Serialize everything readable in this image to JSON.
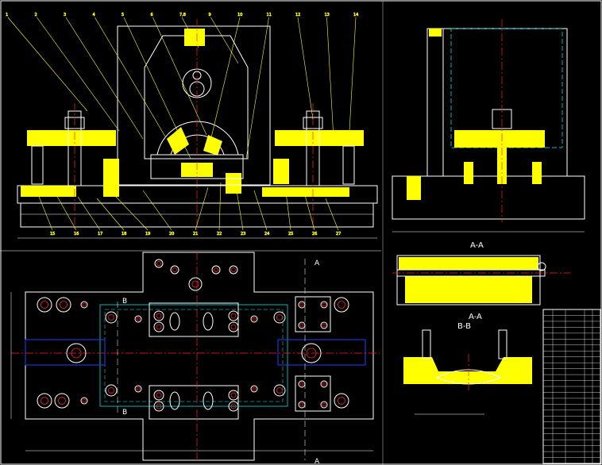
{
  "drawing": {
    "background": "#000000",
    "colors": {
      "outline": "#ffffff",
      "leader": "#ffff00",
      "hatch": "#ffff00",
      "center": "#ff2020",
      "hidden": "#00ffff",
      "section_blue": "#2040ff",
      "dim": "#ffffff"
    }
  },
  "views": {
    "front": {
      "label": ""
    },
    "side": {
      "label": "A-A"
    },
    "plan": {
      "label": ""
    },
    "section_aa": {
      "label": "A-A"
    },
    "section_bb": {
      "label": "B-B"
    }
  },
  "section_markers": {
    "a_top": "A",
    "a_bottom": "A",
    "b_top": "B",
    "b_bottom": "B"
  },
  "balloons": {
    "top": [
      "1",
      "2",
      "3",
      "4",
      "5",
      "6",
      "7,8",
      "9",
      "10",
      "11",
      "12",
      "13",
      "14"
    ],
    "bottom": [
      "15",
      "16",
      "17",
      "18",
      "19",
      "20",
      "21",
      "22",
      "23",
      "24",
      "25",
      "26",
      "27"
    ]
  },
  "parts_list": {
    "rows": 26
  }
}
